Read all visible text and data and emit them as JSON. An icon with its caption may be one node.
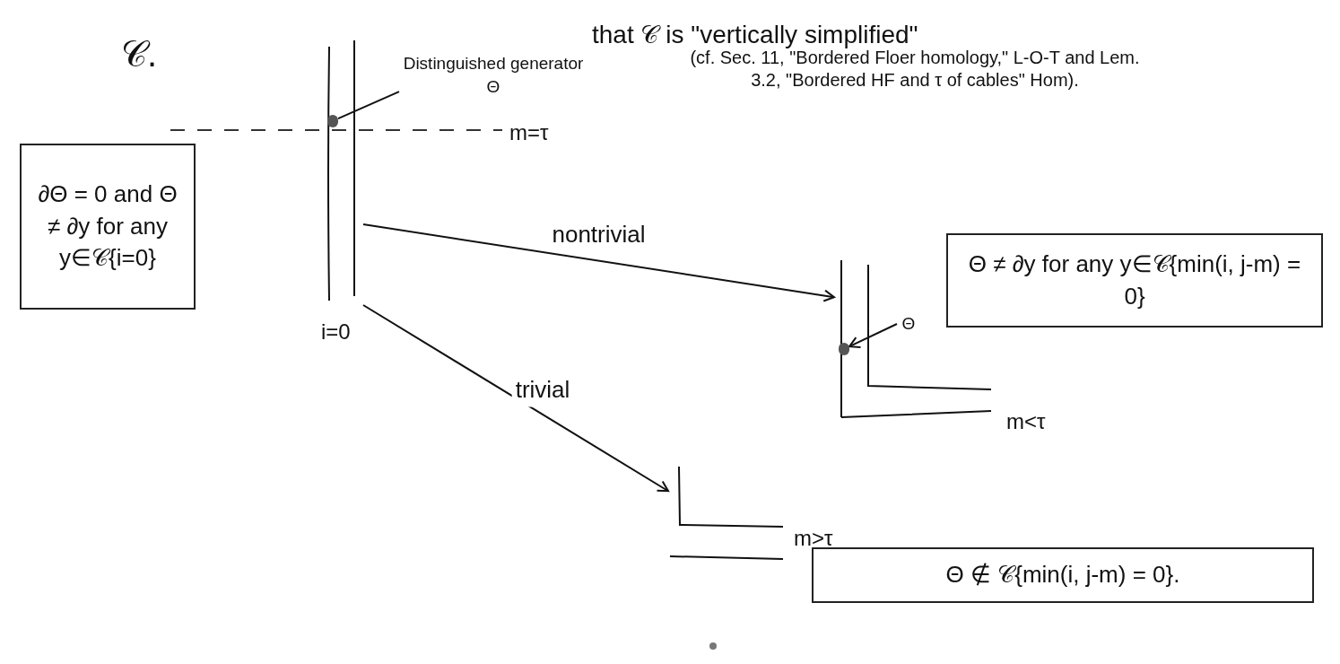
{
  "diagram": {
    "nodes": [
      {
        "text": [
          "Distinguished generator Θ"
        ]
      },
      {
        "text": [],
        "shape": "circle",
        "in": 2
      },
      {
        "text": [],
        "shape": "picture",
        "beside": [
          "i=0"
        ]
      },
      {
        "text": [
          "∂Θ = 0 and Θ ≠ ∂y for any y∈𝒞{i=0}"
        ]
      },
      {
        "text": [],
        "shape": "picture",
        "beside": [
          "m<τ"
        ]
      },
      {
        "text": [],
        "shape": "circle",
        "in": 4
      },
      {
        "text": [
          "Θ"
        ],
        "in": 4
      },
      {
        "text": [
          "Θ ≠ ∂y for any y∈𝒞{min(i, j-m) = 0}"
        ]
      },
      {
        "text": [],
        "shape": "picture",
        "beside": [
          "m>τ"
        ]
      },
      {
        "text": [
          "Θ ∉ 𝒞{min(i, j-m) = 0}."
        ]
      }
    ],
    "edges": [
      {
        "from": 0,
        "to": 1,
        "arrow": "none"
      },
      {
        "from": 6,
        "to": 5,
        "arrow": "to"
      },
      {
        "from": 2,
        "to": 4,
        "arrow": "to",
        "label": "nontrivial"
      },
      {
        "from": 2,
        "to": 8,
        "arrow": "to",
        "label": "trivial"
      }
    ],
    "labels": [
      "𝒞.",
      "that 𝒞 is \"vertically simplified\"",
      "(cf. Sec. 11, \"Bordered Floer homology,\" L-O-T and Lem. 3.2, \"Bordered HF and τ of cables\" Hom).",
      "m=τ"
    ]
  }
}
